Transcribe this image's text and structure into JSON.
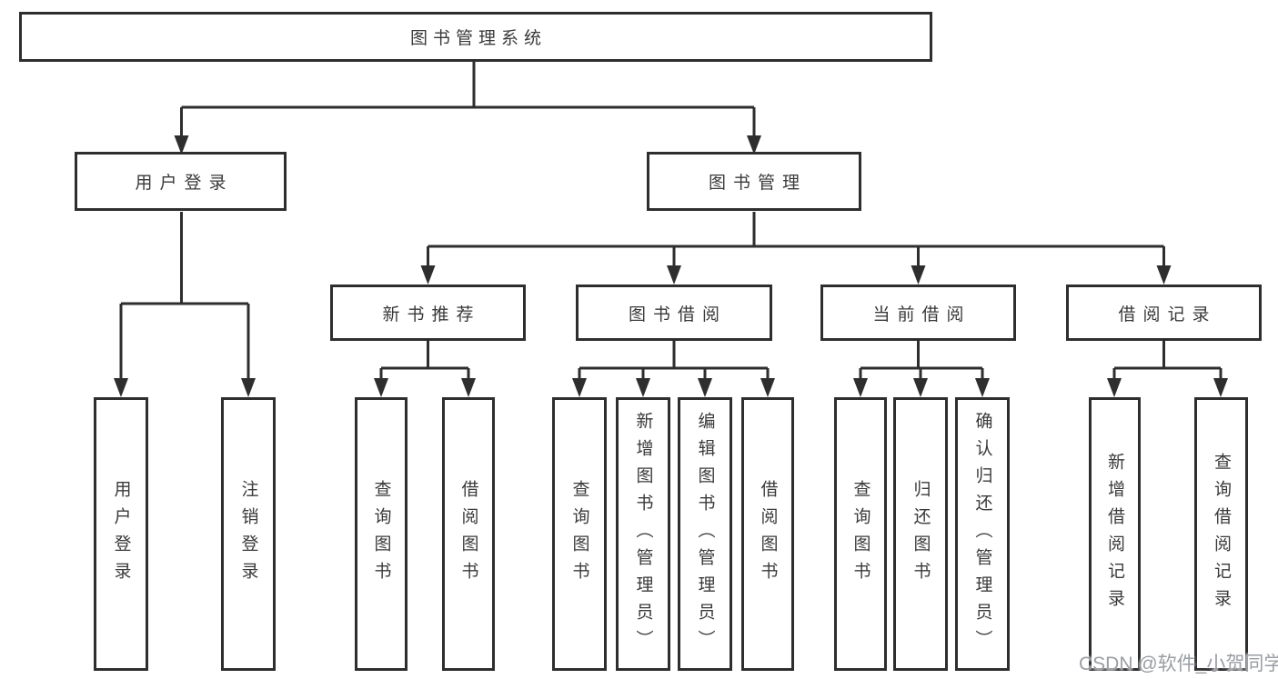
{
  "diagram": {
    "root": {
      "label": "图书管理系统"
    },
    "branches": [
      {
        "label": "用户登录",
        "leaves": [
          {
            "label": "用户登录"
          },
          {
            "label": "注销登录"
          }
        ]
      },
      {
        "label": "图书管理",
        "groups": [
          {
            "label": "新书推荐",
            "leaves": [
              {
                "label": "查询图书"
              },
              {
                "label": "借阅图书"
              }
            ]
          },
          {
            "label": "图书借阅",
            "leaves": [
              {
                "label": "查询图书"
              },
              {
                "label": "新增图书（管理员）"
              },
              {
                "label": "编辑图书（管理员）"
              },
              {
                "label": "借阅图书"
              }
            ]
          },
          {
            "label": "当前借阅",
            "leaves": [
              {
                "label": "查询图书"
              },
              {
                "label": "归还图书"
              },
              {
                "label": "确认归还（管理员）"
              }
            ]
          },
          {
            "label": "借阅记录",
            "leaves": [
              {
                "label": "新增借阅记录"
              },
              {
                "label": "查询借阅记录"
              }
            ]
          }
        ]
      }
    ]
  },
  "watermark": {
    "text": "CSDN @软件_小贺同学"
  },
  "colors": {
    "line": "#2e2e2e",
    "box_border": "#2e2e2e",
    "text": "#3a3a3a",
    "background": "#ffffff",
    "watermark": "#9a9da3"
  }
}
